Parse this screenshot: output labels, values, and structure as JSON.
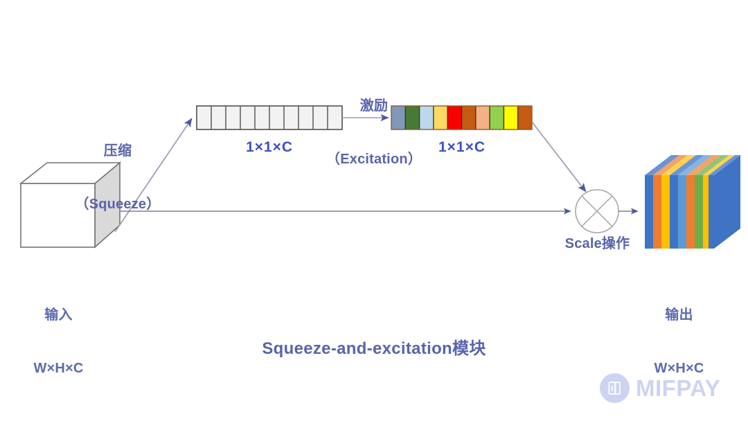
{
  "diagram": {
    "title": "Squeeze-and-excitation模块",
    "labels": {
      "squeeze_cn": "压缩",
      "squeeze_en": "（Squeeze）",
      "excitation_cn": "激励",
      "excitation_en": "（Excitation）",
      "dim_squeeze": "1×1×C",
      "dim_excite": "1×1×C",
      "input_cn": "输入",
      "input_dims": "W×H×C",
      "output_cn": "输出",
      "output_dims": "W×H×C",
      "scale_op": "Scale操作"
    },
    "squeeze_vector": {
      "cells": 10,
      "fill": "#f2f2f2",
      "stroke": "#595959"
    },
    "excitation_vector": {
      "cells": 10,
      "colors": [
        "#8198b8",
        "#477b33",
        "#bdd7ee",
        "#ffd966",
        "#fc0000",
        "#c55a11",
        "#f4b183",
        "#92d050",
        "#ffff00",
        "#c55a11"
      ],
      "stroke": "#3a3a10"
    },
    "input_cube": {
      "front_fill": "#ffffff",
      "side_fill": "#d9d9d9",
      "top_fill": "#ffffff",
      "stroke": "#767171"
    },
    "output_cube": {
      "stripe_colors": [
        "#3f74c4",
        "#ed7d31",
        "#ffc000",
        "#3f74c4",
        "#5b9bd5",
        "#ed7d31",
        "#70ad47",
        "#ffc000",
        "#3f74c4"
      ],
      "side_fill": "#3f74c4"
    },
    "scale_node": {
      "symbol": "multiply-cross",
      "stroke": "#a6a6a6",
      "radius": 31
    },
    "arrows": {
      "color": "#4b56a8",
      "line_color": "#808080"
    },
    "accent_color": "#5864ab"
  },
  "watermark": {
    "text": "MIFPAY",
    "color": "#ccd4f2"
  }
}
